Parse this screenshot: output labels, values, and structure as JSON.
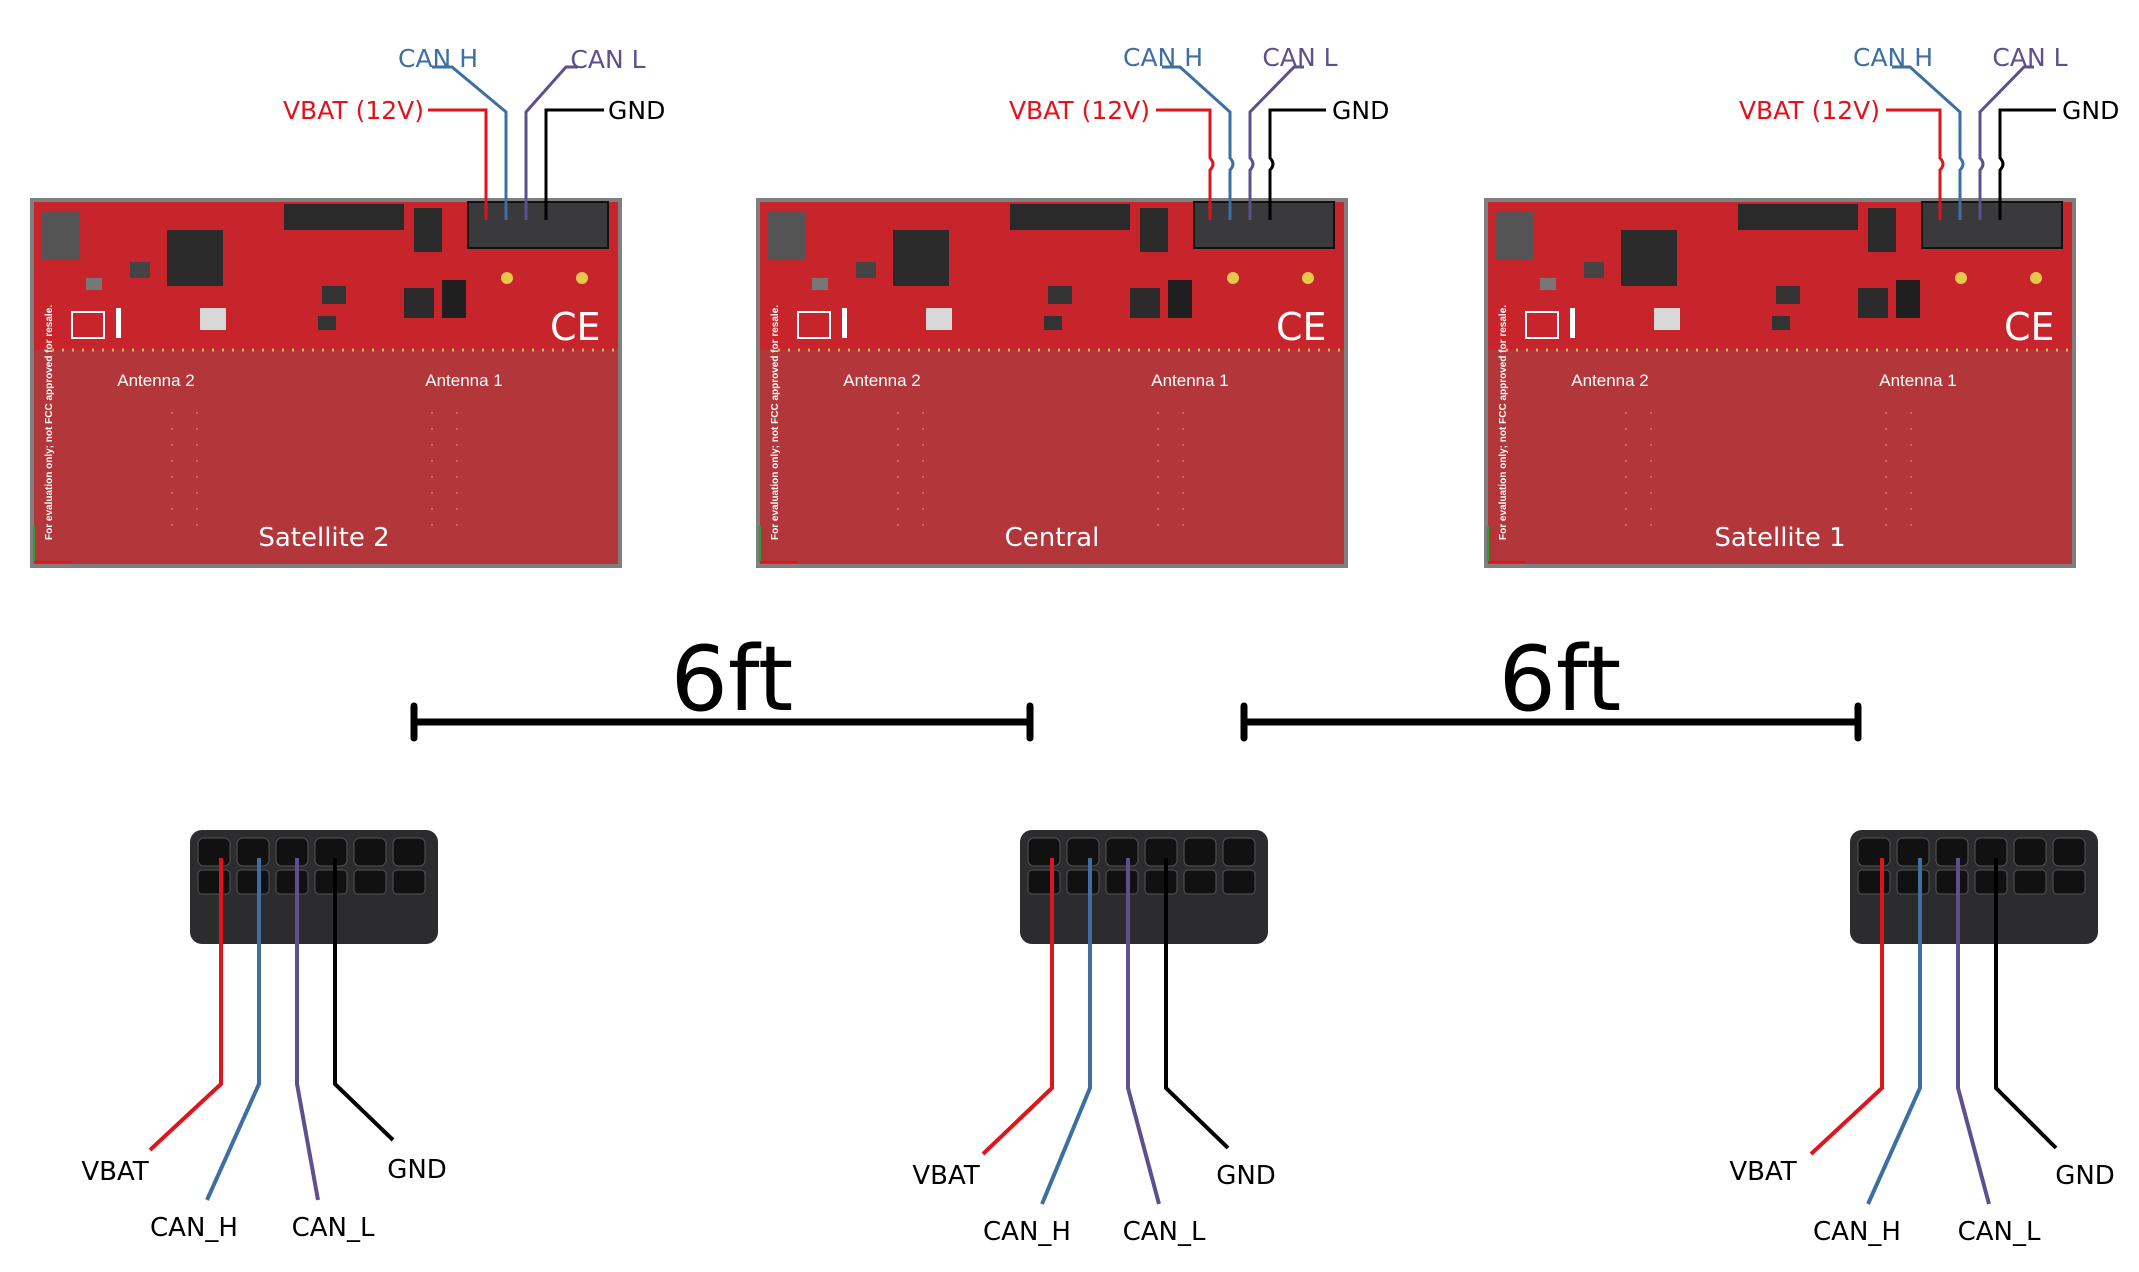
{
  "colors": {
    "vbat": "#e0141c",
    "can_h": "#3d6fa3",
    "can_l": "#5e4f8e",
    "gnd": "#000000",
    "board": "#b3363a",
    "board_top": "#c8242c",
    "connector": "#2c2c2e"
  },
  "boards": [
    {
      "name": "Satellite 2",
      "antenna_left": "Antenna 2",
      "antenna_right": "Antenna 1",
      "pins": {
        "vbat": "VBAT (12V)",
        "can_h": "CAN H",
        "can_l": "CAN L",
        "gnd": "GND"
      }
    },
    {
      "name": "Central",
      "antenna_left": "Antenna 2",
      "antenna_right": "Antenna 1",
      "pins": {
        "vbat": "VBAT (12V)",
        "can_h": "CAN H",
        "can_l": "CAN L",
        "gnd": "GND"
      }
    },
    {
      "name": "Satellite 1",
      "antenna_left": "Antenna 2",
      "antenna_right": "Antenna 1",
      "pins": {
        "vbat": "VBAT (12V)",
        "can_h": "CAN H",
        "can_l": "CAN L",
        "gnd": "GND"
      }
    }
  ],
  "board_notice": "For evaluation only; not FCC approved for resale.",
  "ce_mark": "CE",
  "distances": [
    "6ft",
    "6ft"
  ],
  "connectors": [
    {
      "wires": {
        "vbat": "VBAT",
        "can_h": "CAN_H",
        "can_l": "CAN_L",
        "gnd": "GND"
      }
    },
    {
      "wires": {
        "vbat": "VBAT",
        "can_h": "CAN_H",
        "can_l": "CAN_L",
        "gnd": "GND"
      }
    },
    {
      "wires": {
        "vbat": "VBAT",
        "can_h": "CAN_H",
        "can_l": "CAN_L",
        "gnd": "GND"
      }
    }
  ]
}
